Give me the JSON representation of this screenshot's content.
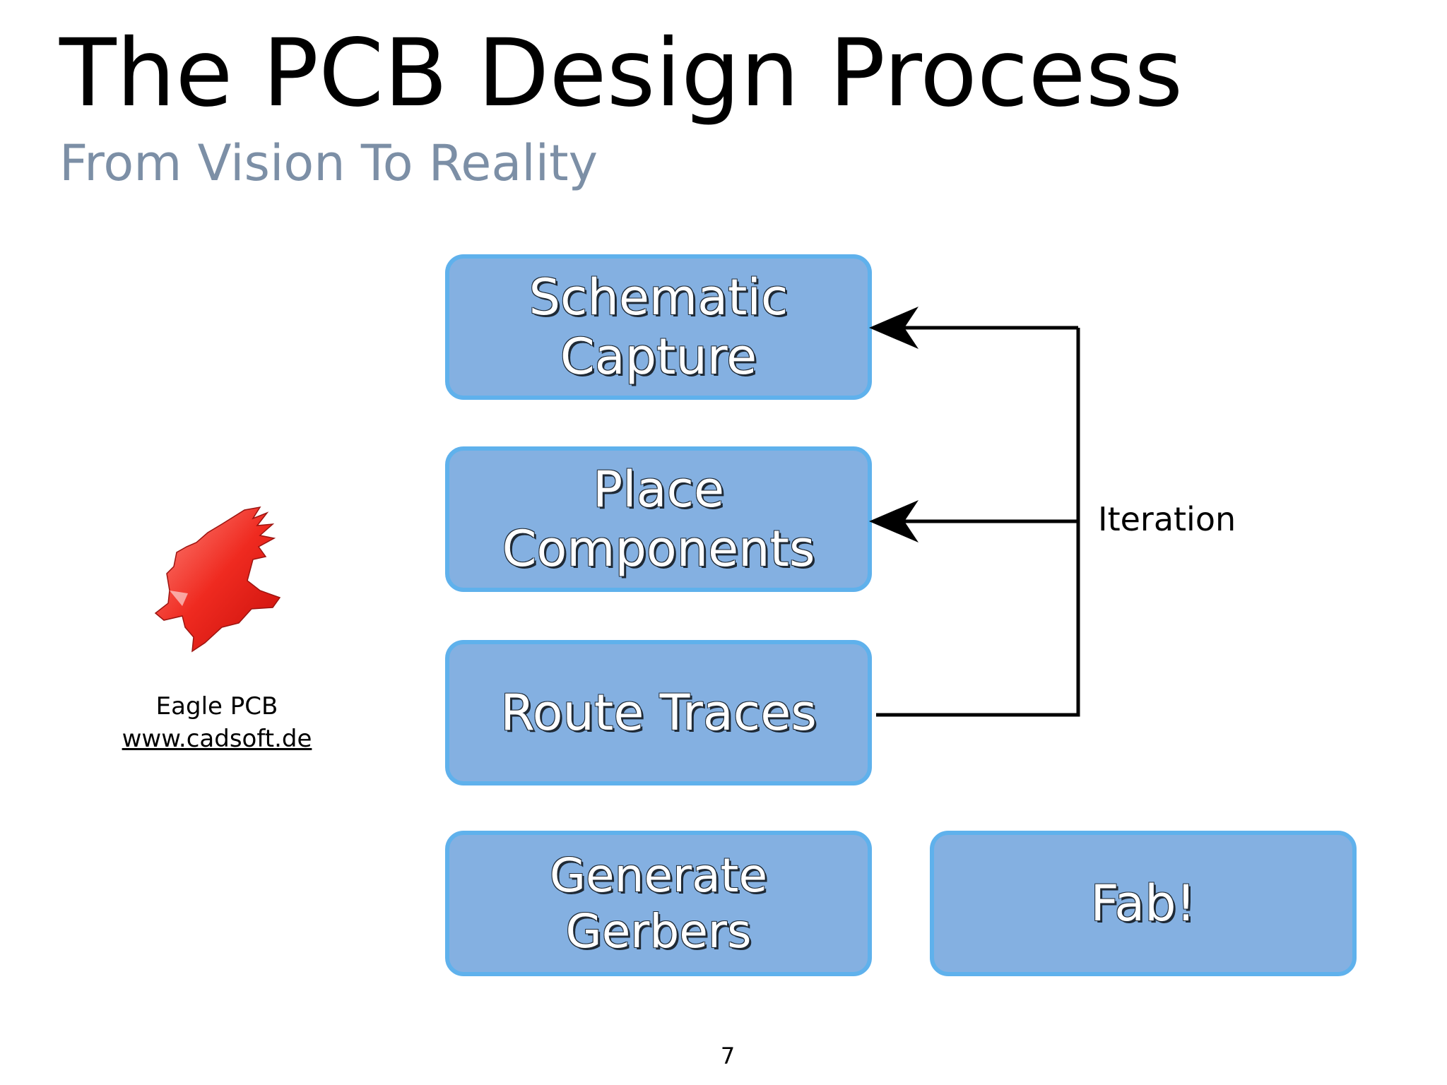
{
  "slide": {
    "title": "The PCB Design Process",
    "subtitle": "From Vision To Reality",
    "page_number": "7"
  },
  "diagram": {
    "steps": {
      "schematic": "Schematic\nCapture",
      "place": "Place\nComponents",
      "route": "Route Traces",
      "gerbers": "Generate Gerbers",
      "fab": "Fab!"
    },
    "iteration_label": "Iteration"
  },
  "logo": {
    "name": "Eagle PCB",
    "url": "www.cadsoft.de",
    "icon": "eagle-logo-icon"
  },
  "colors": {
    "box_fill": "#84b0e1",
    "box_border": "#5fb1ec",
    "subtitle": "#7c8fa6",
    "logo_red": "#e8221b"
  }
}
